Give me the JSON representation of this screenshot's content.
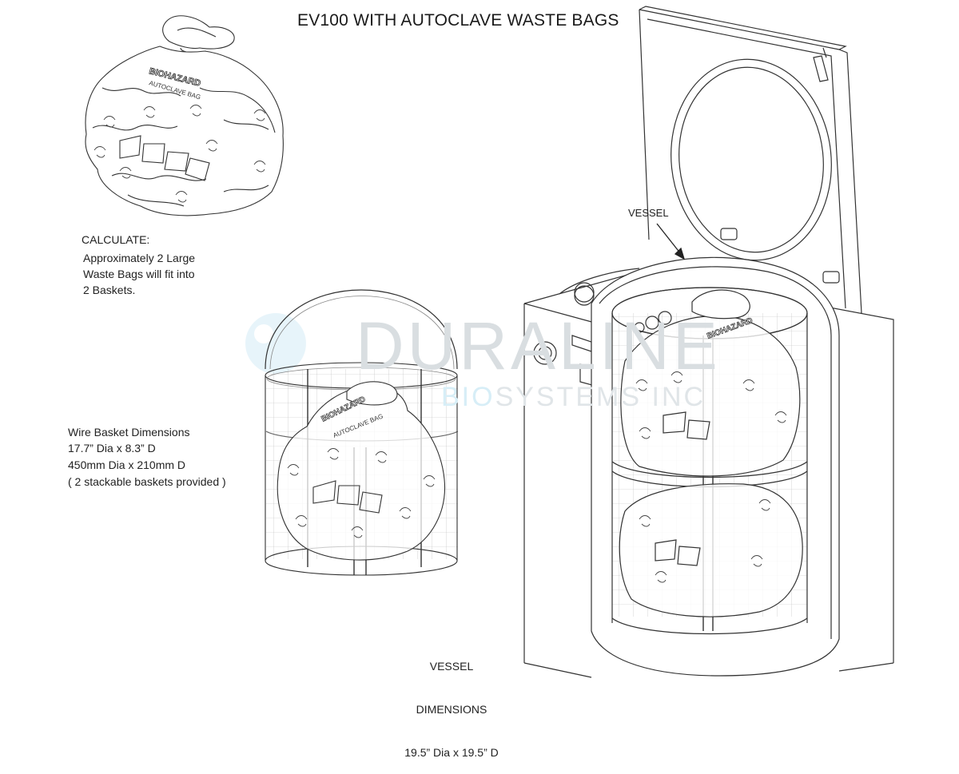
{
  "title": "EV100 WITH AUTOCLAVE WASTE BAGS",
  "bag_print": {
    "biohazard": "BIOHAZARD",
    "autoclave_bag": "AUTOCLAVE BAG"
  },
  "calculate": {
    "heading": "CALCULATE:",
    "lines": [
      "Approximately 2 Large",
      "Waste Bags will fit into",
      "2 Baskets."
    ]
  },
  "basket_dimensions": {
    "lines": [
      "Wire Basket Dimensions",
      "17.7” Dia x 8.3” D",
      "450mm Dia x 210mm D",
      "( 2 stackable baskets provided )"
    ]
  },
  "vessel_callout": "VESSEL",
  "vessel_dimensions": {
    "lines": [
      "VESSEL",
      "DIMENSIONS",
      "19.5” Dia x 19.5” D"
    ]
  },
  "watermark": {
    "main": "DURALINE",
    "sub_highlight": "BIO",
    "sub_rest": "SYSTEMS INC"
  },
  "colors": {
    "line": "#333333",
    "watermark": "#d9dee1",
    "watermark_accent": "#cfe9f5"
  }
}
